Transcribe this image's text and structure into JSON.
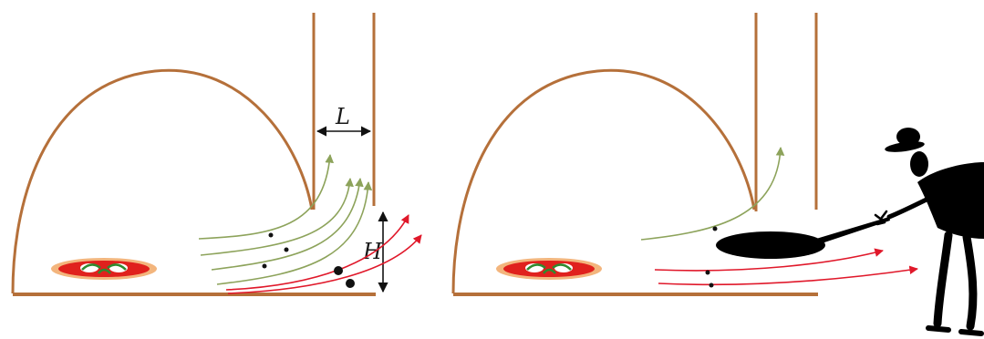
{
  "labels": {
    "L": "L",
    "H": "H"
  },
  "colors": {
    "oven": "#b5703a",
    "green_flow": "#8da35b",
    "red_flow": "#e0182a",
    "pizza_base": "#f3b57d",
    "pizza_sauce": "#e0211d",
    "pizza_leaf": "#2f8a2f",
    "pizza_cheese": "#ffffff",
    "black": "#000000"
  },
  "panels": [
    {
      "name": "left-oven",
      "has_peel": false,
      "has_person": false
    },
    {
      "name": "right-oven",
      "has_peel": true,
      "has_person": true
    }
  ]
}
